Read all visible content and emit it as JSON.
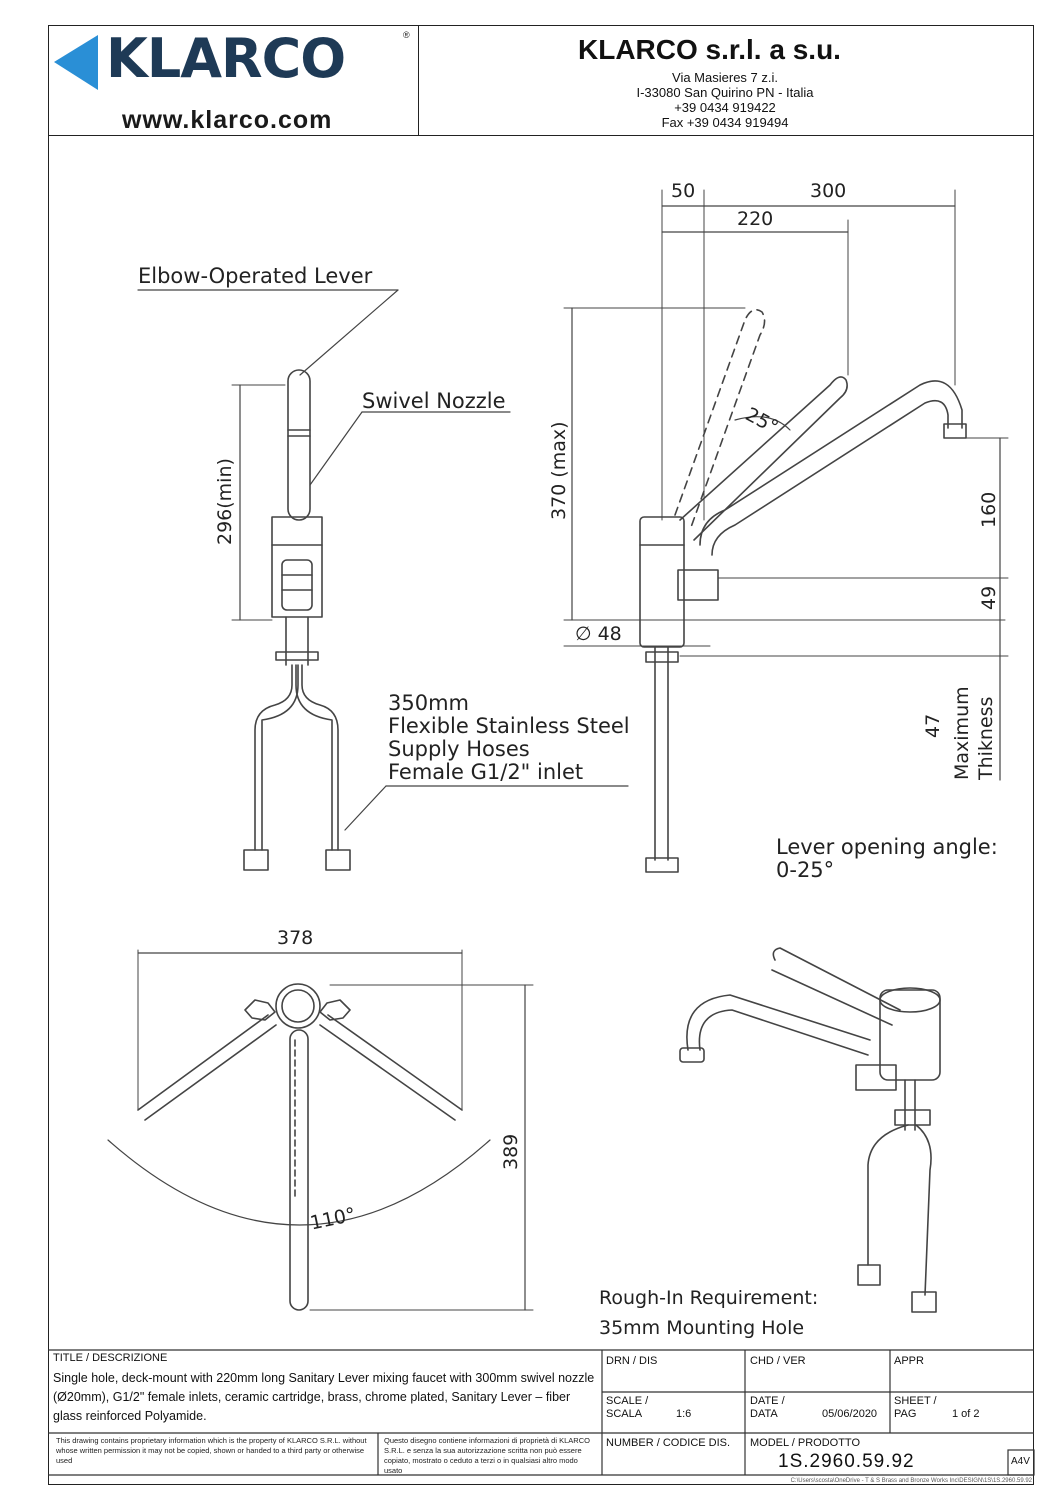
{
  "header": {
    "logo_text": "KLARCO",
    "registered_mark": "®",
    "website": "www.klarco.com",
    "company_name": "KLARCO s.r.l. a s.u.",
    "address_lines": [
      "Via Masieres 7 z.i.",
      "I-33080 San Quirino PN - Italia",
      "+39 0434 919422",
      "Fax  +39 0434 919494"
    ],
    "brand_color": "#1e3a56",
    "logo_accent_color": "#2a8fd6"
  },
  "front_view": {
    "label_lever": "Elbow-Operated Lever",
    "label_nozzle": "Swivel Nozzle",
    "dim_height": "296(min)",
    "hoses_lines": [
      "350mm",
      "Flexible Stainless Steel",
      "Supply Hoses",
      "Female G1/2\" inlet"
    ]
  },
  "side_view": {
    "dim_50": "50",
    "dim_300": "300",
    "dim_220": "220",
    "dim_370": "370 (max)",
    "dim_angle": "25°",
    "dim_160": "160",
    "dim_49": "49",
    "dim_diameter": "∅ 48",
    "dim_47": "47",
    "thickness_lines": [
      "Maximum",
      "Thikness"
    ],
    "lever_opening_lines": [
      "Lever opening angle:",
      "0-25°"
    ]
  },
  "top_view": {
    "dim_378": "378",
    "dim_389": "389",
    "dim_110": "110°"
  },
  "rough_in": {
    "lines": [
      "Rough-In Requirement:",
      "35mm Mounting Hole"
    ]
  },
  "title_block": {
    "title_label": "TITLE / DESCRIZIONE",
    "description": "Single hole, deck-mount with 220mm long Sanitary Lever mixing faucet with 300mm swivel nozzle (Ø20mm), G1/2\" female inlets, ceramic cartridge, brass, chrome plated, Sanitary Lever – fiber glass reinforced Polyamide.",
    "drn_label": "DRN / DIS",
    "chd_label": "CHD / VER",
    "appr_label": "APPR",
    "scale_label_1": "SCALE /",
    "scale_label_2": "SCALA",
    "scale_value": "1:6",
    "date_label_1": "DATE /",
    "date_label_2": "DATA",
    "date_value": "05/06/2020",
    "sheet_label_1": "SHEET /",
    "sheet_label_2": "PAG",
    "sheet_value": "1 of 2",
    "number_label": "NUMBER / CODICE DIS.",
    "model_label": "MODEL / PRODOTTO",
    "model_value": "1S.2960.59.92",
    "paper_size": "A4V",
    "disclaimer_en": "This drawing contains proprietary information which is the property of KLARCO S.R.L. without whose written permission it may not be copied, shown or handed to a third party or otherwise used",
    "disclaimer_it": "Questo disegno contiene informazioni di proprietà di KLARCO S.R.L. e senza la sua autorizzazione scritta non può essere copiato, mostrato o ceduto a terzi o in qualsiasi altro modo usato",
    "file_path": "C:\\Users\\scosta\\OneDrive - T & S Brass and Bronze Works Inc\\DESIGN\\1S\\1S.2960.59.92"
  }
}
